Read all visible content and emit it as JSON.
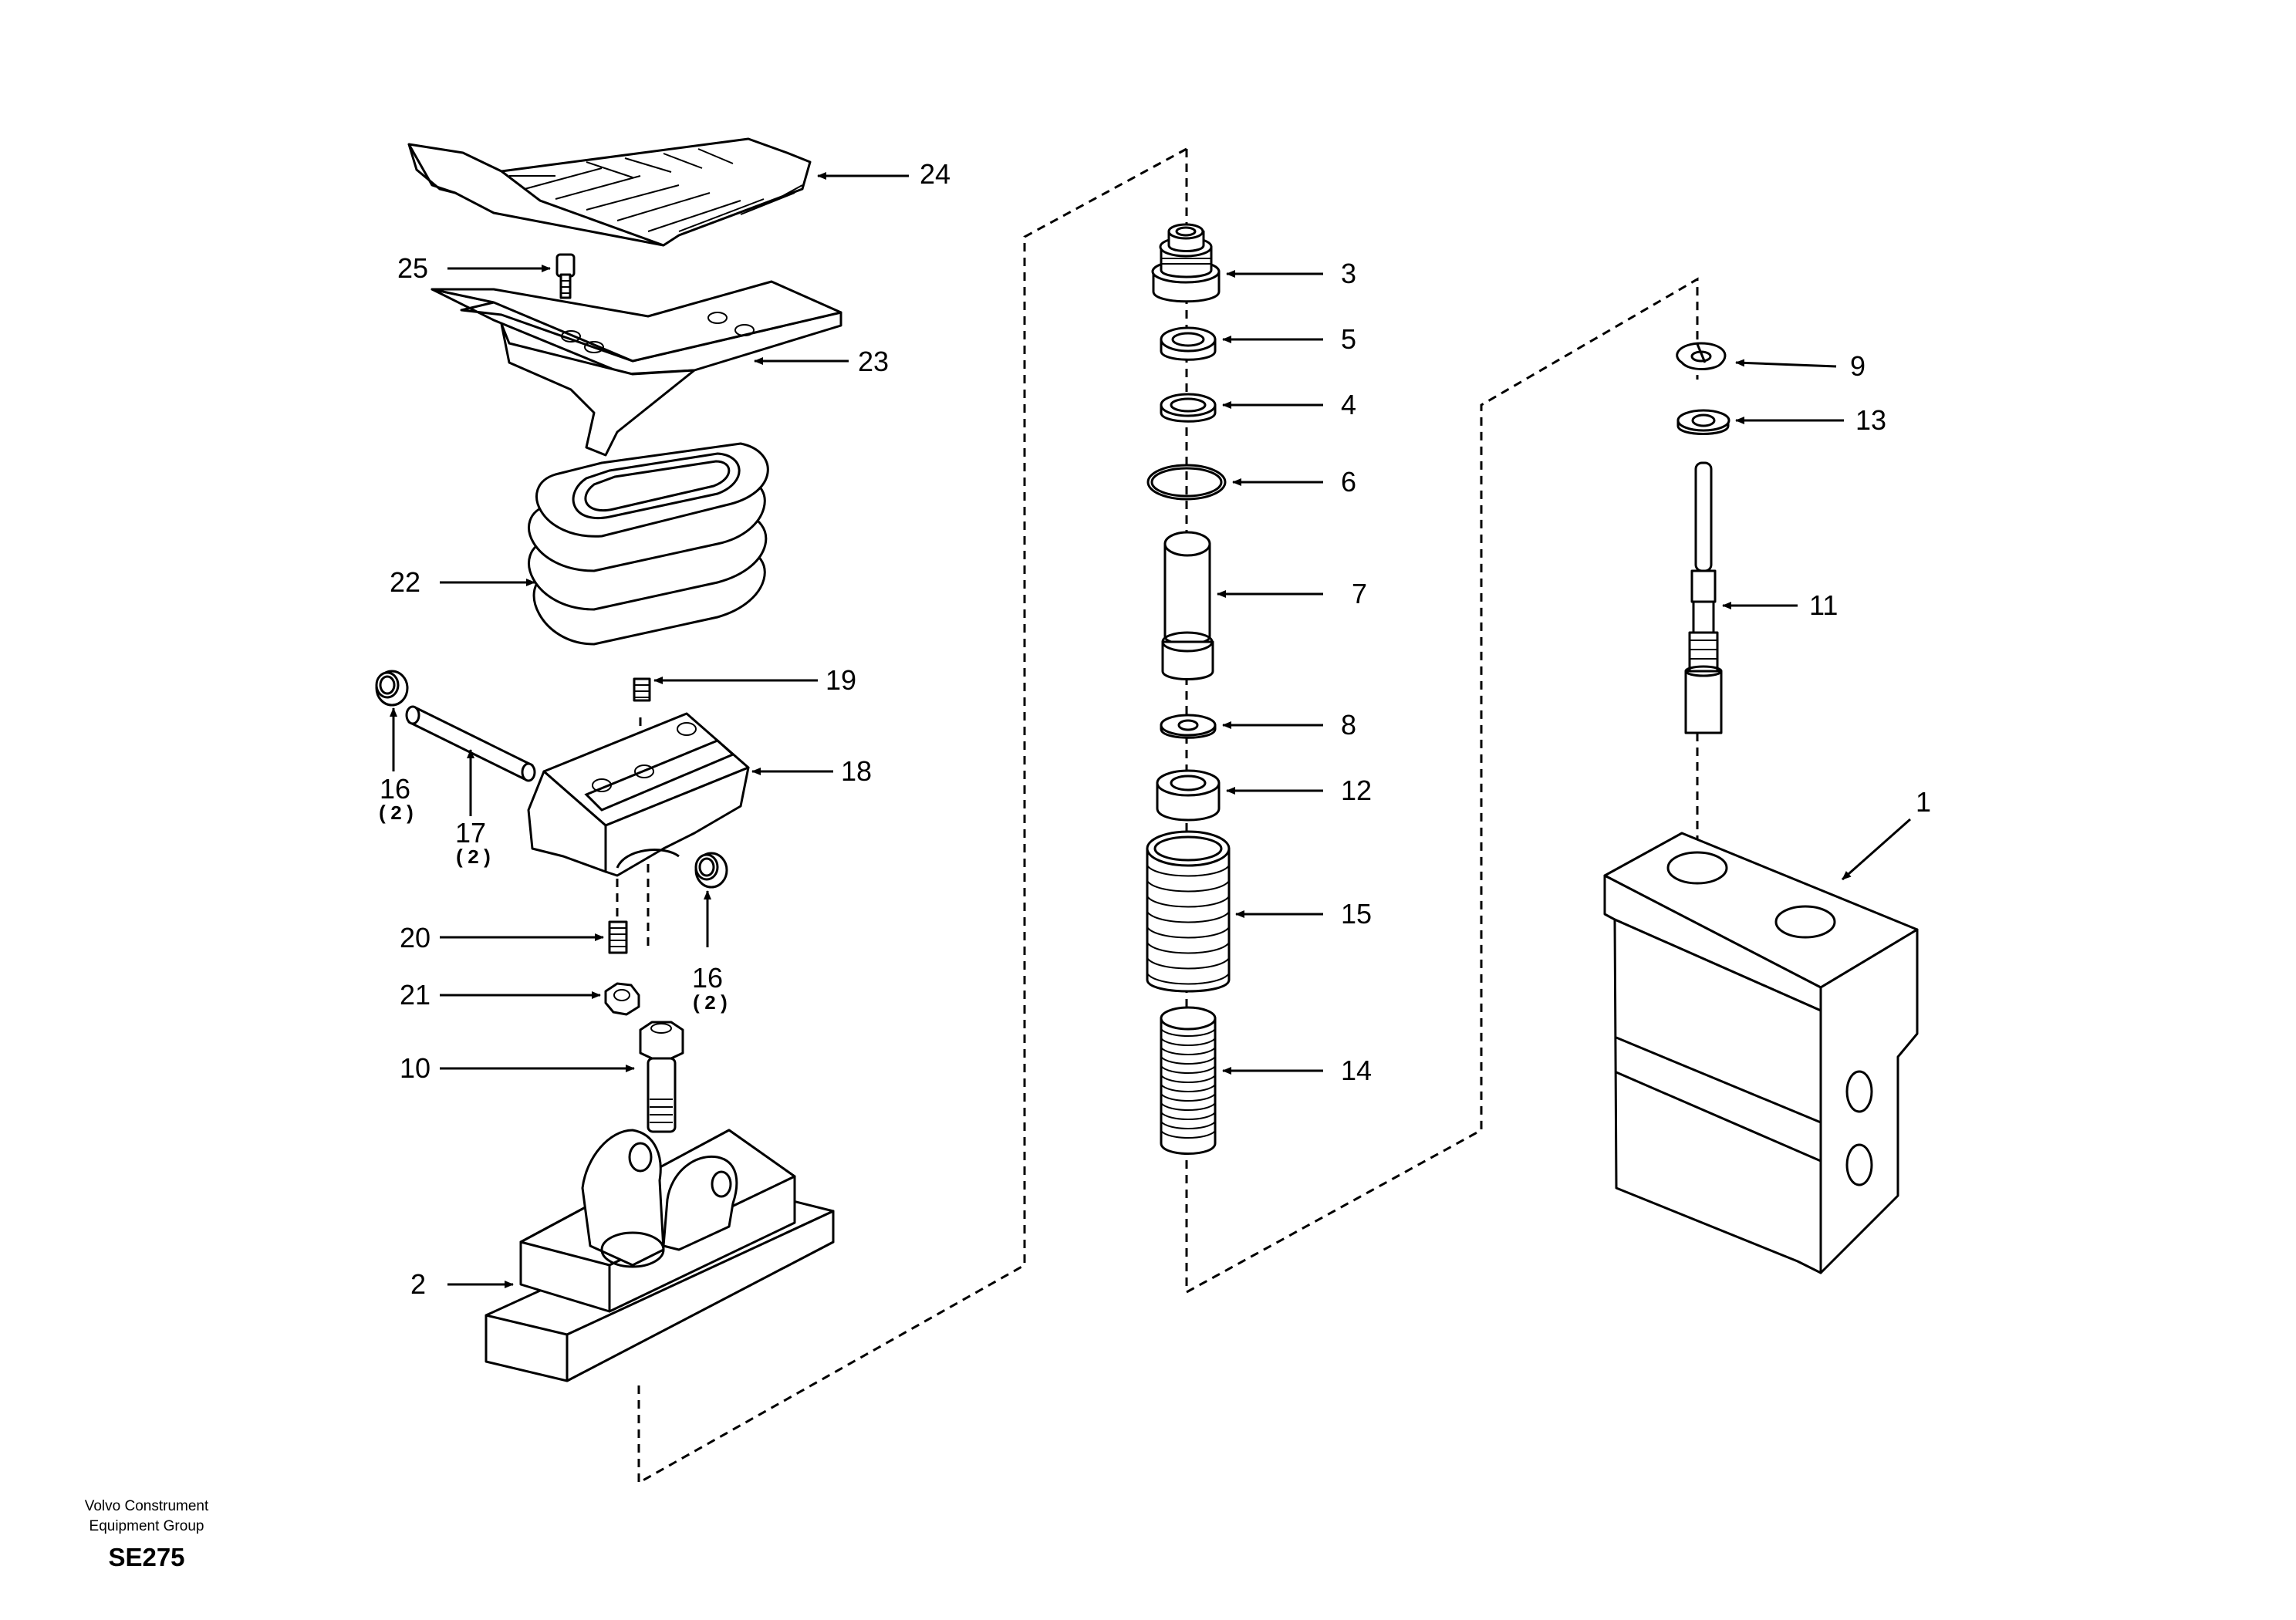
{
  "callouts": {
    "c1": "1",
    "c2": "2",
    "c3": "3",
    "c4": "4",
    "c5": "5",
    "c6": "6",
    "c7": "7",
    "c8": "8",
    "c9": "9",
    "c10": "10",
    "c11": "11",
    "c12": "12",
    "c13": "13",
    "c14": "14",
    "c15": "15",
    "c16a": "16",
    "c16b": "16",
    "c17": "17",
    "c18": "18",
    "c19": "19",
    "c20": "20",
    "c21": "21",
    "c22": "22",
    "c23": "23",
    "c24": "24",
    "c25": "25"
  },
  "quantities": {
    "q16a": "(2)",
    "q16b": "(2)",
    "q17": "(2)"
  },
  "footer": {
    "line1": "Volvo Construment",
    "line2": "Equipment Group",
    "code": "SE275"
  }
}
